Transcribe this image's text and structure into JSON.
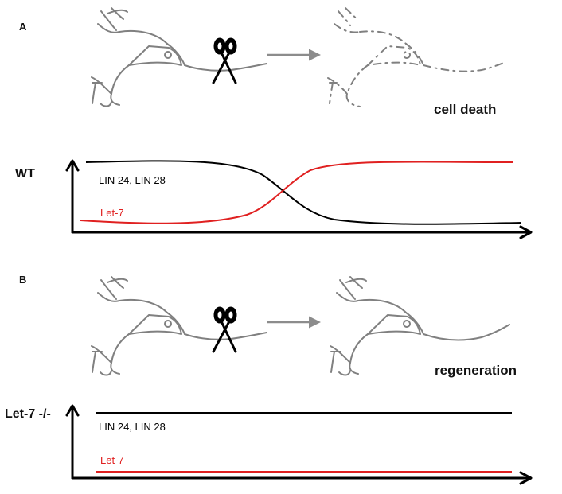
{
  "panels": [
    {
      "letter": "A",
      "outcome": "cell death",
      "ylabel": "WT",
      "series_labels": [
        "LIN 24, LIN 28",
        "Let-7"
      ]
    },
    {
      "letter": "B",
      "outcome": "regeneration",
      "ylabel": "Let-7 -/-",
      "series_labels": [
        "LIN 24, LIN 28",
        "Let-7"
      ]
    }
  ],
  "colors": {
    "lin": "#000000",
    "let7": "#e02020",
    "sketch": "#808080",
    "arrow": "#8c8c8c",
    "axis": "#000000",
    "scissors": "#000000"
  },
  "icons": {
    "cut": "scissors-icon",
    "transition": "right-arrow-icon"
  }
}
